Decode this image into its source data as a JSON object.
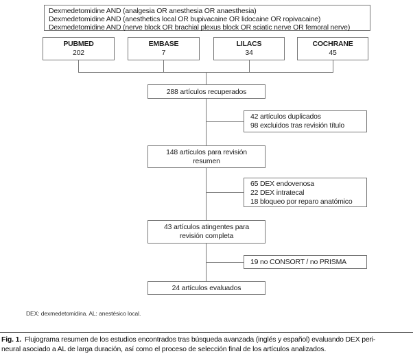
{
  "figure": {
    "search_box": {
      "line1": "Dexmedetomidine AND (analgesia OR anesthesia OR anaesthesia)",
      "line2": "Dexmedetomidine AND (anesthetics local OR bupivacaine OR lidocaine OR ropivacaine)",
      "line3": "Dexmedetomidine AND (nerve block OR brachial plexus block OR sciatic nerve OR femoral nerve)"
    },
    "databases": [
      {
        "name": "PUBMED",
        "count": "202"
      },
      {
        "name": "EMBASE",
        "count": "7"
      },
      {
        "name": "LILACS",
        "count": "34"
      },
      {
        "name": "COCHRANE",
        "count": "45"
      }
    ],
    "flow": {
      "retrieved": "288 artículos recuperados",
      "abstract_review_line1": "148 artículos para revisión",
      "abstract_review_line2": "resumen",
      "full_review_line1": "43 artículos atingentes para",
      "full_review_line2": "revisión completa",
      "evaluated": "24 artículos evaluados"
    },
    "exclusions": {
      "box1_line1": "42 artículos duplicados",
      "box1_line2": "98 excluidos tras revisión título",
      "box2_line1": "65 DEX endovenosa",
      "box2_line2": "22 DEX intratecal",
      "box2_line3": "18 bloqueo por reparo anatómico",
      "box3_line1": "19 no CONSORT / no PRISMA"
    },
    "footnote": "DEX: dexmedetomidina. AL: anestésico local.",
    "caption": {
      "label": "Fig. 1.",
      "line1": "Flujograma resumen de los estudios encontrados tras búsqueda avanzada (inglés y español) evaluando DEX peri-",
      "line2": "neural asociado a AL de larga duración, así como el proceso de selección final de los artículos analizados."
    },
    "colors": {
      "box_border": "#757575",
      "connector_line": "#757575",
      "text": "#1c1c1c",
      "background": "#ffffff"
    }
  }
}
